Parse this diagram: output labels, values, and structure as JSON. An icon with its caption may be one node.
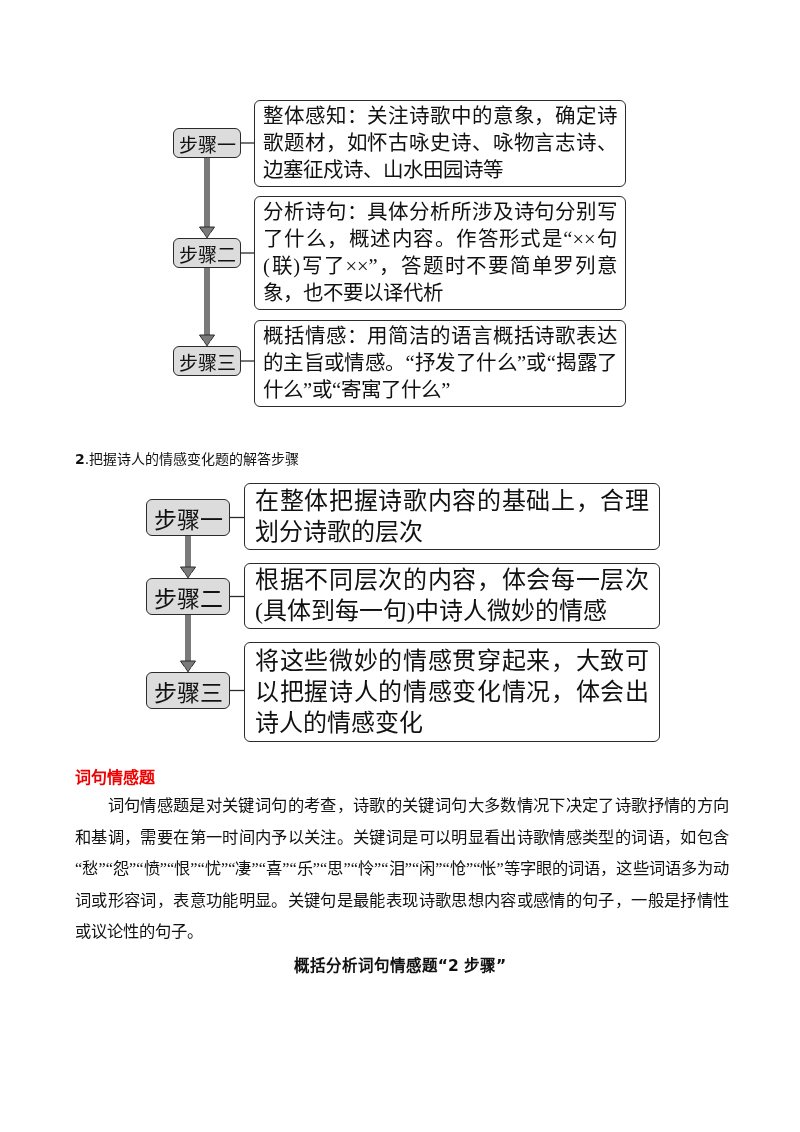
{
  "diagram": {
    "nodes": [
      {
        "text": [
          "步骤一"
        ]
      },
      {
        "text": [
          "整体感知：关注诗歌中的意象，确定诗歌题材，如怀古咏史诗、咏物言志诗、边塞征戍诗、山水田园诗等"
        ]
      },
      {
        "text": [
          "步骤二"
        ]
      },
      {
        "text": [
          "分析诗句：具体分析所涉及诗句分别写了什么，概述内容。作答形式是“××句(联)写了××”，答题时不要简单罗列意象，也不要以译代析"
        ]
      },
      {
        "text": [
          "步骤三"
        ]
      },
      {
        "text": [
          "概括情感：用简洁的语言概括诗歌表达的主旨或情感。“抒发了什么”或“揭露了什么”或“寄寓了什么”"
        ]
      },
      {
        "text": [
          "步骤一"
        ]
      },
      {
        "text": [
          "在整体把握诗歌内容的基础上，合理划分诗歌的层次"
        ]
      },
      {
        "text": [
          "步骤二"
        ]
      },
      {
        "text": [
          "根据不同层次的内容，体会每一层次(具体到每一句)中诗人微妙的情感"
        ]
      },
      {
        "text": [
          "步骤三"
        ]
      },
      {
        "text": [
          "将这些微妙的情感贯穿起来，大致可以把握诗人的情感变化情况，体会出诗人的情感变化"
        ]
      }
    ],
    "edges": [
      {
        "from": 0,
        "to": 1,
        "arrow": "none"
      },
      {
        "from": 0,
        "to": 2,
        "arrow": "to",
        "style": "thick",
        "color": "#7a7a7a"
      },
      {
        "from": 2,
        "to": 3,
        "arrow": "none"
      },
      {
        "from": 2,
        "to": 4,
        "arrow": "to",
        "style": "thick",
        "color": "#7a7a7a"
      },
      {
        "from": 4,
        "to": 5,
        "arrow": "none"
      },
      {
        "from": 6,
        "to": 7,
        "arrow": "none"
      },
      {
        "from": 6,
        "to": 8,
        "arrow": "to",
        "style": "thick",
        "color": "#7a7a7a"
      },
      {
        "from": 8,
        "to": 9,
        "arrow": "none"
      },
      {
        "from": 8,
        "to": 10,
        "arrow": "to",
        "style": "thick",
        "color": "#7a7a7a"
      },
      {
        "from": 10,
        "to": 11,
        "arrow": "none"
      }
    ],
    "labels": [
      "**2**.把握诗人的情感变化题的解答步骤",
      "词句情感题",
      "词句情感题是对关键词句的考查，诗歌的关键词句大多数情况下决定了诗歌抒情的方向和基调，需要在第一时间内予以关注。关键词是可以明显看出诗歌情感类型的词语，如包含“愁”“怨”“愤”“恨”“忧”“凄”“喜”“乐”“思”“怜”“泪”“闲”“怆”“怅”等字眼的词语，这些词语多为动词或形容词，表意功能明显。关键句是最能表现诗歌思想内容或感情的句子，一般是抒情性或议论性的句子。",
      "概括分析词句情感题“2 步骤”"
    ]
  }
}
